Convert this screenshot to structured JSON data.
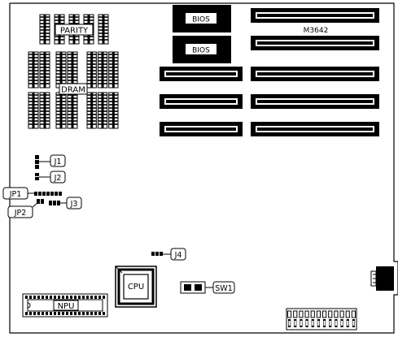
{
  "board": {
    "model": "M3642"
  },
  "labels": {
    "parity": "PARITY",
    "dram": "DRAM",
    "bios1": "BIOS",
    "bios2": "BIOS",
    "cpu": "CPU",
    "npu": "NPU",
    "j1": "J1",
    "j2": "J2",
    "j3": "J3",
    "j4": "J4",
    "jp1": "JP1",
    "jp2": "JP2",
    "sw1": "SW1"
  },
  "colors": {
    "ink": "#000000",
    "paper": "#ffffff"
  }
}
